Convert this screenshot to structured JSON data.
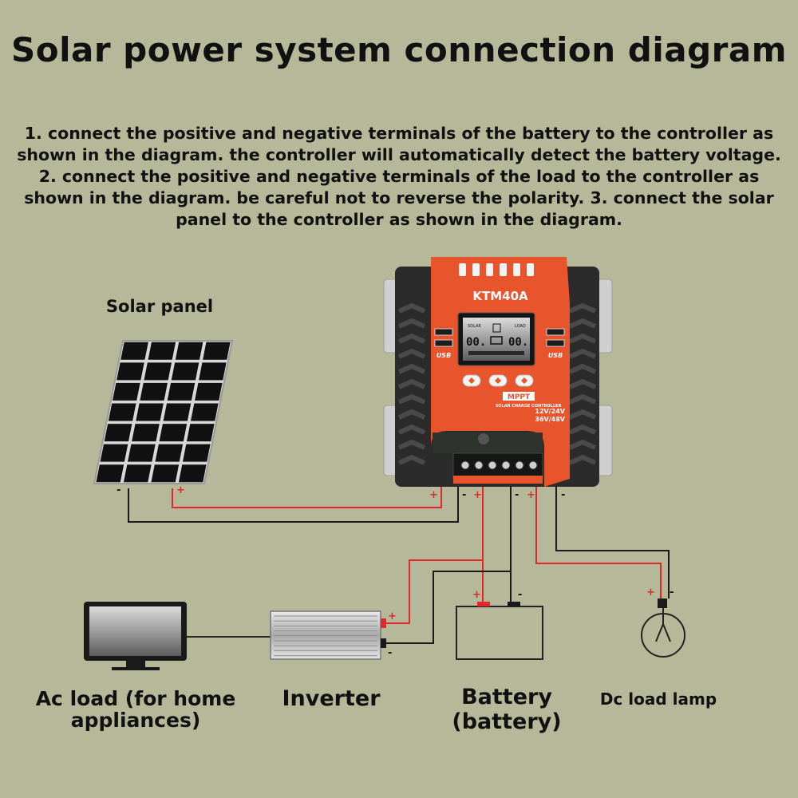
{
  "title": "Solar power system connection diagram",
  "instructions": "1. connect the positive and negative terminals of the battery to the controller as shown in the diagram. the controller will automatically detect the battery voltage. 2. connect the positive and negative terminals of the load to the controller as shown in the diagram. be careful not to reverse the polarity. 3. connect the solar panel to the controller as shown in the diagram.",
  "controller": {
    "model": "KTM40A",
    "mppt_badge": "MPPT",
    "subtitle": "SOLAR CHARGE CONTROLLER",
    "voltage_line1": "12V/24V",
    "voltage_line2": "36V/48V",
    "usb_label": "USB",
    "lcd_left": "00.",
    "lcd_right": "00.",
    "lcd_solar": "SOLAR",
    "lcd_load": "LOAD"
  },
  "labels": {
    "solar_panel": "Solar panel",
    "ac_load": "Ac load (for home appliances)",
    "inverter": "Inverter",
    "battery": "Battery (battery)",
    "dc_load": "Dc load lamp"
  },
  "polarity": {
    "plus": "+",
    "minus": "-"
  },
  "colors": {
    "background": "#b5b999",
    "positive_wire": "#e3282a",
    "negative_wire": "#1a1a1a",
    "controller_orange": "#e8552c",
    "controller_dark": "#2b2b2b"
  }
}
